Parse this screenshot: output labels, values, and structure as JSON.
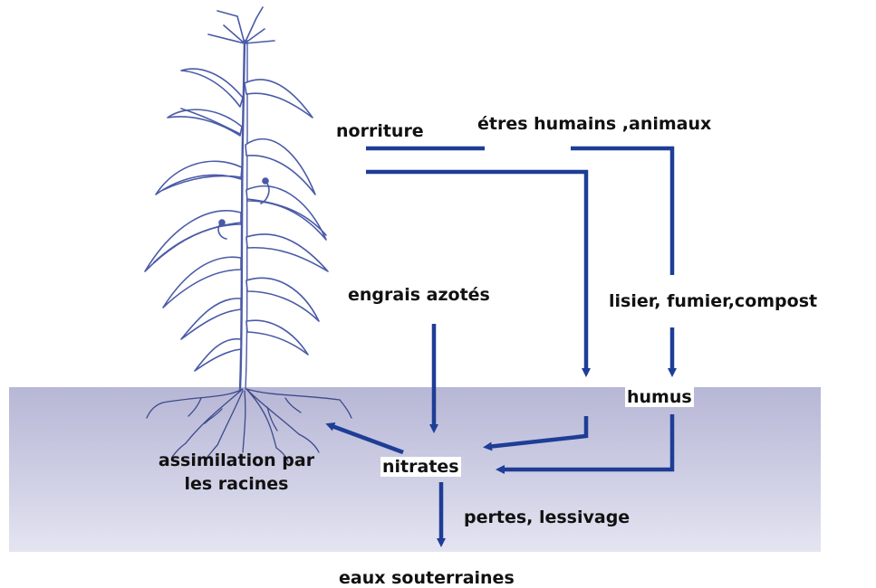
{
  "labels": {
    "food": "norriture",
    "humans_animals": "étres humains ,animaux",
    "nitrogen_fertilizer": "engrais azotés",
    "manure": "lisier, fumier,compost",
    "humus": "humus",
    "nitrates": "nitrates",
    "root_assimilation_line1": "assimilation par",
    "root_assimilation_line2": "les racines",
    "losses": "pertes, lessivage",
    "groundwater": "eaux souterraines"
  },
  "icons": {
    "plant": "corn-plant-icon",
    "roots": "plant-roots-icon"
  },
  "colors": {
    "arrow": "#1e3d96",
    "soil": "#c3c3de",
    "plant_line": "#4a5aa8",
    "text": "#111111"
  }
}
